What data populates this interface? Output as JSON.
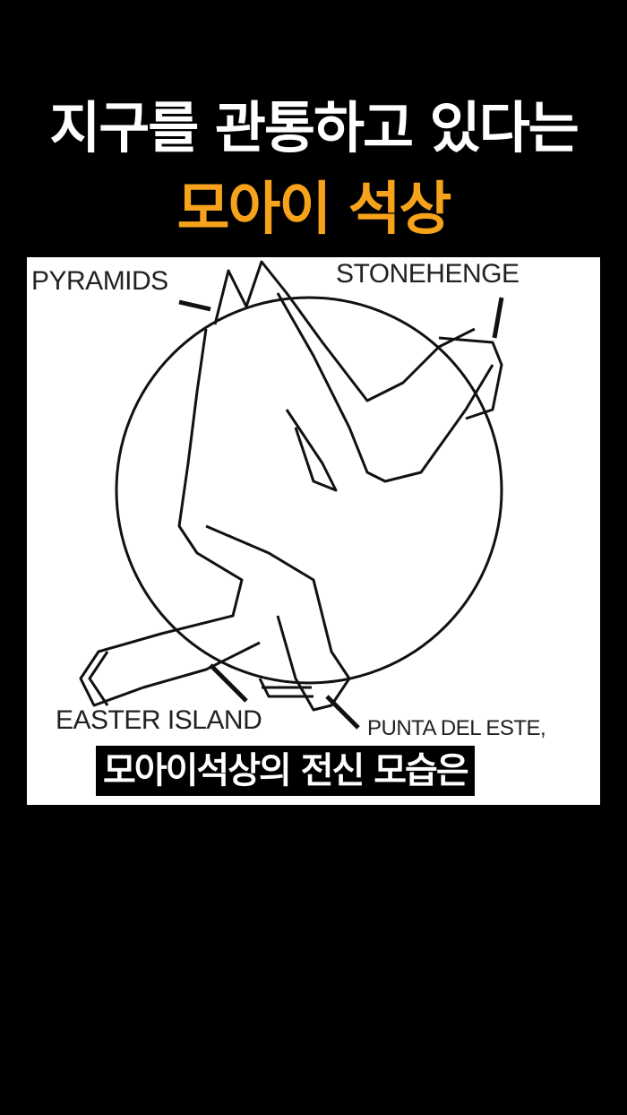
{
  "headline": {
    "line1": "지구를 관통하고 있다는",
    "line2": "모아이 석상",
    "line2_color": "#f7a21b"
  },
  "illustration": {
    "labels": {
      "pyramids": "PYRAMIDS",
      "stonehenge": "STONEHENGE",
      "easter_island": "EASTER ISLAND",
      "punta_del_este": "PUNTA DEL ESTE,"
    }
  },
  "caption": "모아이석상의 전신 모습은"
}
